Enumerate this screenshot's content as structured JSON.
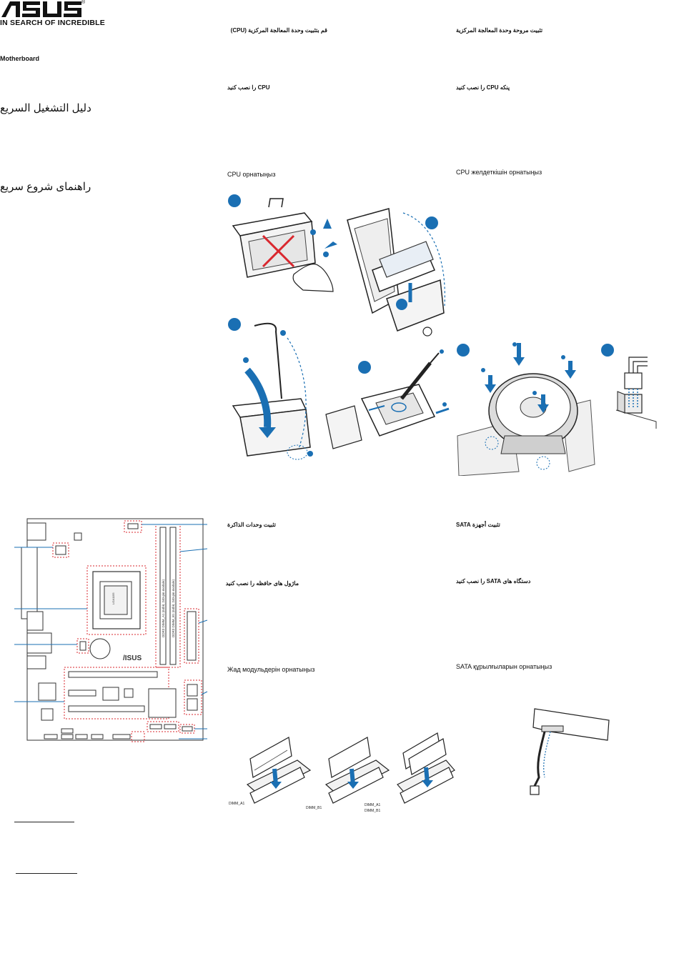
{
  "brand": {
    "logo_text": "ASUS",
    "tagline": "IN SEARCH OF INCREDIBLE",
    "registered_mark": "®"
  },
  "product": "Motherboard",
  "left_titles": {
    "arabic_guide": "دليل التشغيل السريع",
    "persian_guide": "راهنمای شروع سریع"
  },
  "sections": {
    "cpu_install_ar": "قم بتثبيت وحدة المعالجة المركزية (CPU)",
    "cpu_fan_install_ar": "تثبيت مروحة وحدة المعالجة المركزية",
    "cpu_install_fa": "CPU را نصب کنید",
    "cpu_fan_install_fa": "پنکه CPU را نصب کنید",
    "cpu_install_kk": "CPU орнатыңыз",
    "cpu_fan_install_kk": "CPU желдеткішін орнатыңыз",
    "memory_install_ar": "تثبيت وحدات الذاكرة",
    "sata_install_ar": "تثبيت أجهزة SATA",
    "memory_install_fa": "ماژول های حافظه را نصب کنید",
    "sata_install_fa": "دستگاه های SATA را نصب کنید",
    "memory_install_kk": "Жад модульдерін орнатыңыз",
    "sata_install_kk": "SATA құрылғыларын орнатыңыз"
  },
  "board": {
    "dimm_a1_label": "DDR3 DIMM_A1 (64bit, 240-pin module)",
    "dimm_b1_label": "DDR3 DIMM_B1 (64bit, 240-pin module)",
    "brand_mark": "/ISUS",
    "socket_label": "LGA1155"
  },
  "memory_labels": {
    "dimm_a1": "DIMM_A1",
    "dimm_b1": "DIMM_B1"
  },
  "colors": {
    "accent_blue": "#1a6fb3",
    "callout_red": "#d9272e",
    "line_gray": "#333333"
  }
}
